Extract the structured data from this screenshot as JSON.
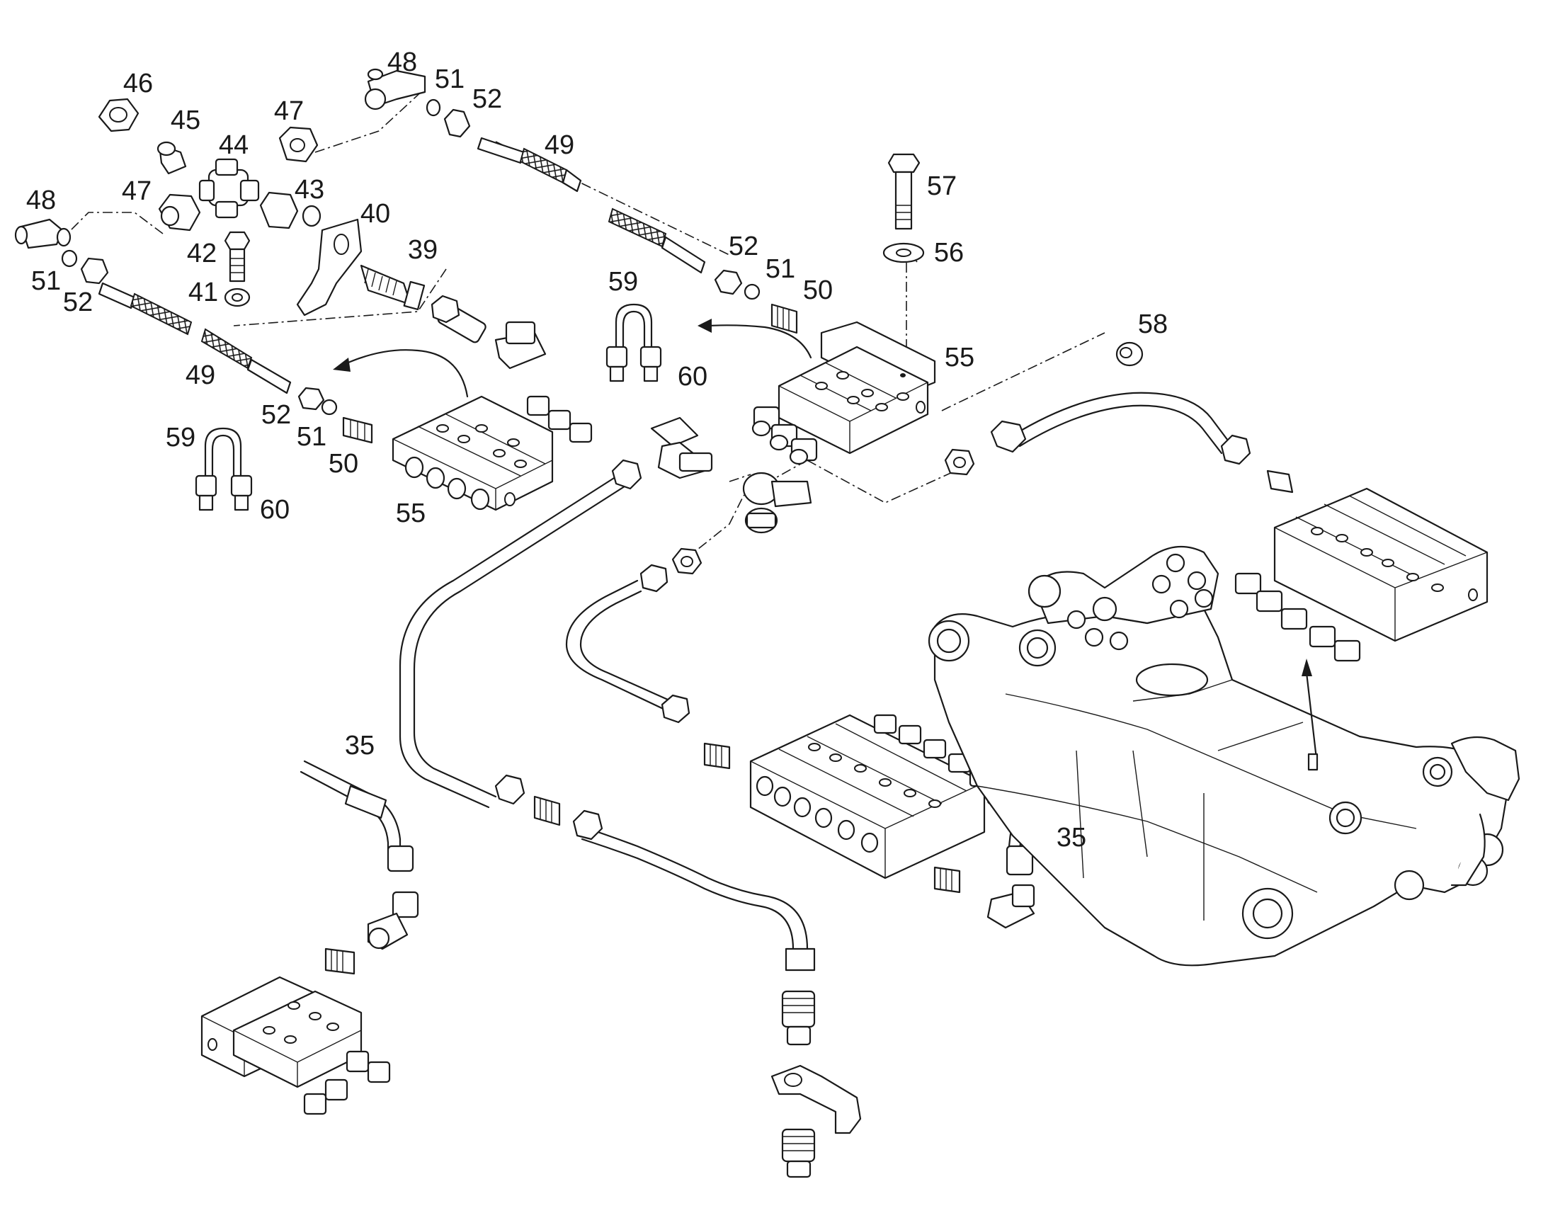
{
  "diagram": {
    "callouts": [
      {
        "id": "c46",
        "text": "46"
      },
      {
        "id": "c45",
        "text": "45"
      },
      {
        "id": "c48a",
        "text": "48"
      },
      {
        "id": "c51a",
        "text": "51"
      },
      {
        "id": "c52a",
        "text": "52"
      },
      {
        "id": "c47a",
        "text": "47"
      },
      {
        "id": "c44",
        "text": "44"
      },
      {
        "id": "c49a",
        "text": "49"
      },
      {
        "id": "c47b",
        "text": "47"
      },
      {
        "id": "c43",
        "text": "43"
      },
      {
        "id": "c48b",
        "text": "48"
      },
      {
        "id": "c40",
        "text": "40"
      },
      {
        "id": "c57",
        "text": "57"
      },
      {
        "id": "c42",
        "text": "42"
      },
      {
        "id": "c39",
        "text": "39"
      },
      {
        "id": "c56",
        "text": "56"
      },
      {
        "id": "c52b",
        "text": "52"
      },
      {
        "id": "c51b",
        "text": "51"
      },
      {
        "id": "c41",
        "text": "41"
      },
      {
        "id": "c51c",
        "text": "51"
      },
      {
        "id": "c52c",
        "text": "52"
      },
      {
        "id": "c59a",
        "text": "59"
      },
      {
        "id": "c50a",
        "text": "50"
      },
      {
        "id": "c58",
        "text": "58"
      },
      {
        "id": "c55a",
        "text": "55"
      },
      {
        "id": "c60a",
        "text": "60"
      },
      {
        "id": "c49b",
        "text": "49"
      },
      {
        "id": "c52d",
        "text": "52"
      },
      {
        "id": "c51d",
        "text": "51"
      },
      {
        "id": "c59b",
        "text": "59"
      },
      {
        "id": "c50b",
        "text": "50"
      },
      {
        "id": "c60b",
        "text": "60"
      },
      {
        "id": "c55b",
        "text": "55"
      },
      {
        "id": "c35a",
        "text": "35"
      },
      {
        "id": "c35b",
        "text": "35"
      }
    ]
  }
}
